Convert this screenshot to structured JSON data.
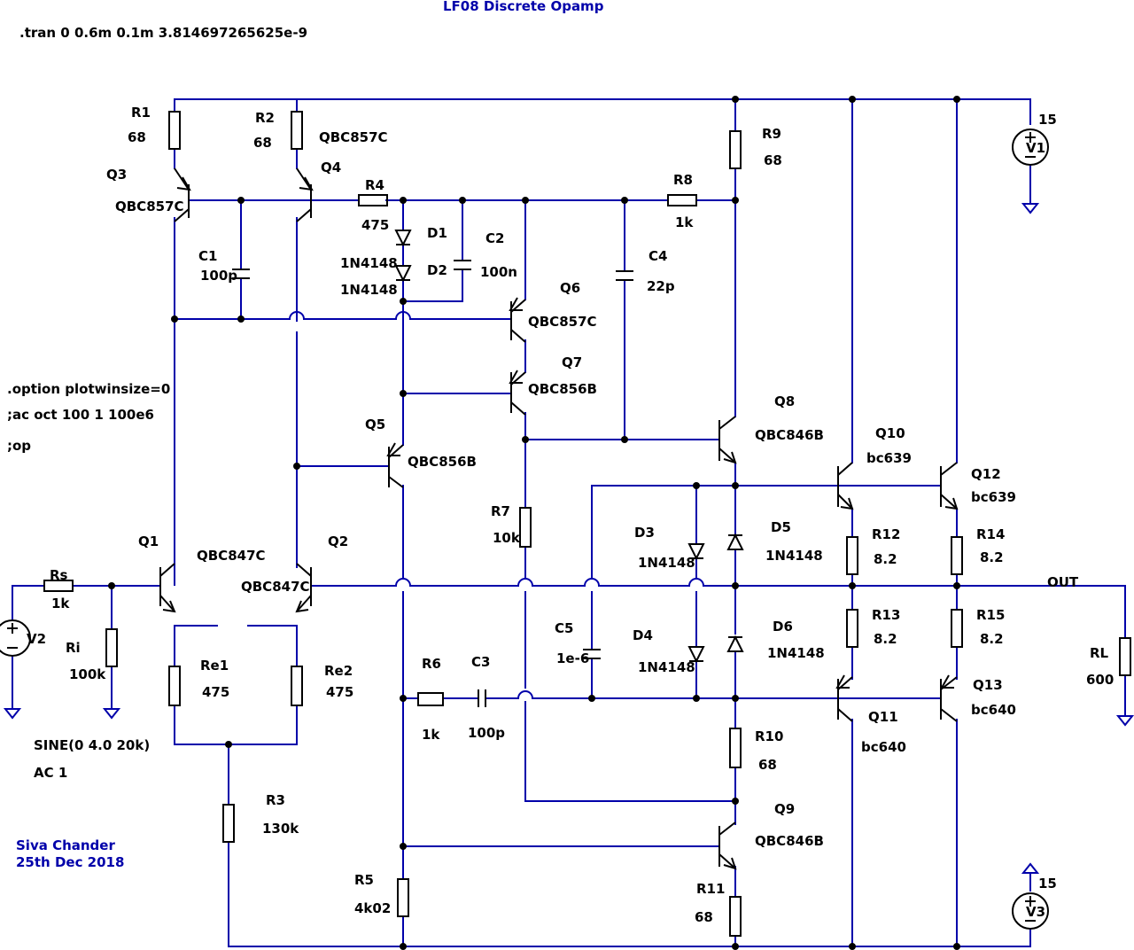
{
  "title": "LF08 Discrete Opamp",
  "directives": {
    "tran": ".tran 0 0.6m 0.1m 3.814697265625e-9",
    "option": ".option plotwinsize=0",
    "ac": ";ac oct 100 1 100e6",
    "op": ";op"
  },
  "author": {
    "name": "Siva Chander",
    "date": "25th Dec 2018"
  },
  "source": {
    "wave": "SINE(0 4.0 20k)",
    "ac": "AC 1"
  },
  "net": {
    "out": "OUT"
  },
  "refs": {
    "R1": "R1",
    "R2": "R2",
    "R3": "R3",
    "R4": "R4",
    "R5": "R5",
    "R6": "R6",
    "R7": "R7",
    "R8": "R8",
    "R9": "R9",
    "R10": "R10",
    "R11": "R11",
    "R12": "R12",
    "R13": "R13",
    "R14": "R14",
    "R15": "R15",
    "Rs": "Rs",
    "Ri": "Ri",
    "Re1": "Re1",
    "Re2": "Re2",
    "RL": "RL",
    "C1": "C1",
    "C2": "C2",
    "C3": "C3",
    "C4": "C4",
    "C5": "C5",
    "D1": "D1",
    "D2": "D2",
    "D3": "D3",
    "D4": "D4",
    "D5": "D5",
    "D6": "D6",
    "Q1": "Q1",
    "Q2": "Q2",
    "Q3": "Q3",
    "Q4": "Q4",
    "Q5": "Q5",
    "Q6": "Q6",
    "Q7": "Q7",
    "Q8": "Q8",
    "Q9": "Q9",
    "Q10": "Q10",
    "Q11": "Q11",
    "Q12": "Q12",
    "Q13": "Q13",
    "V1": "V1",
    "V2": "V2",
    "V3": "V3"
  },
  "values": {
    "R1": "68",
    "R2": "68",
    "R3": "130k",
    "R4": "475",
    "R5": "4k02",
    "R6": "1k",
    "R7": "10k",
    "R8": "1k",
    "R9": "68",
    "R10": "68",
    "R11": "68",
    "R12": "8.2",
    "R13": "8.2",
    "R14": "8.2",
    "R15": "8.2",
    "Rs": "1k",
    "Ri": "100k",
    "Re1": "475",
    "Re2": "475",
    "RL": "600",
    "C1": "100p",
    "C2": "100n",
    "C3": "100p",
    "C4": "22p",
    "C5": "1e-6",
    "D1": "1N4148",
    "D2": "1N4148",
    "D3": "1N4148",
    "D4": "1N4148",
    "D5": "1N4148",
    "D6": "1N4148",
    "Q1": "QBC847C",
    "Q2": "QBC847C",
    "Q3": "QBC857C",
    "Q4": "QBC857C",
    "Q5": "QBC856B",
    "Q6": "QBC857C",
    "Q7": "QBC856B",
    "Q8": "QBC846B",
    "Q9": "QBC846B",
    "Q10": "bc639",
    "Q11": "bc640",
    "Q12": "bc639",
    "Q13": "bc640",
    "V1": "15",
    "V3": "15"
  }
}
